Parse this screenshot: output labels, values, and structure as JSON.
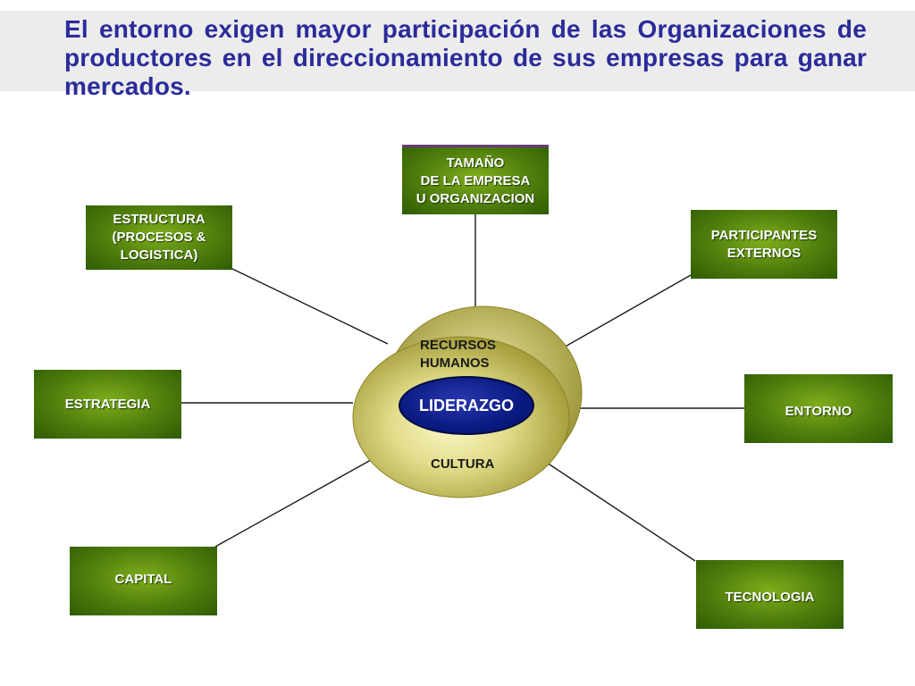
{
  "title": "El entorno exigen mayor participación de las Organizaciones de productores en el direccionamiento de sus empresas para ganar mercados.",
  "center": {
    "recursos": "RECURSOS\nHUMANOS",
    "liderazgo": "LIDERAZGO",
    "cultura": "CULTURA"
  },
  "nodes": {
    "tamano": "TAMAÑO\nDE LA EMPRESA\nU ORGANIZACION",
    "estructura": "ESTRUCTURA\n(PROCESOS &\nLOGISTICA)",
    "participantes": "PARTICIPANTES\nEXTERNOS",
    "estrategia": "ESTRATEGIA",
    "entorno": "ENTORNO",
    "capital": "CAPITAL",
    "tecnologia": "TECNOLOGIA"
  },
  "colors": {
    "title": "#2b2b9a",
    "node_green": "#4f7d0c",
    "hub_olive": "#cfc75a",
    "liderazgo_blue": "#0a1a80"
  }
}
